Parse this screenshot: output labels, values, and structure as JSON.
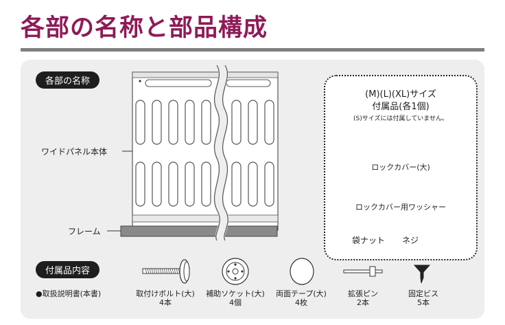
{
  "header": {
    "title": "各部の名称と部品構成"
  },
  "names_section": {
    "badge": "各部の名称",
    "panel_label": "ワイドパネル本体",
    "frame_label": "フレーム"
  },
  "accessory_box": {
    "line1": "(M)(L)(XL)サイズ",
    "line2": "付属品(各1個)",
    "note": "(S)サイズには付属していません。",
    "items": [
      {
        "name": "ロックカバー(大)"
      },
      {
        "name": "ロックカバー用ワッシャー"
      },
      {
        "name": "袋ナット"
      },
      {
        "name": "ネジ"
      }
    ]
  },
  "parts_section": {
    "badge": "付属品内容",
    "manual": "●取扱説明書(本書)",
    "items": [
      {
        "name": "取付けボルト(大)",
        "qty": "4本",
        "icon": "bolt-icon"
      },
      {
        "name": "補助ソケット(大)",
        "qty": "4個",
        "icon": "socket-icon"
      },
      {
        "name": "両面テープ(大)",
        "qty": "4枚",
        "icon": "tape-icon"
      },
      {
        "name": "拡張ピン",
        "qty": "2本",
        "icon": "pin-icon"
      },
      {
        "name": "固定ビス",
        "qty": "5本",
        "icon": "screw-icon"
      }
    ]
  }
}
